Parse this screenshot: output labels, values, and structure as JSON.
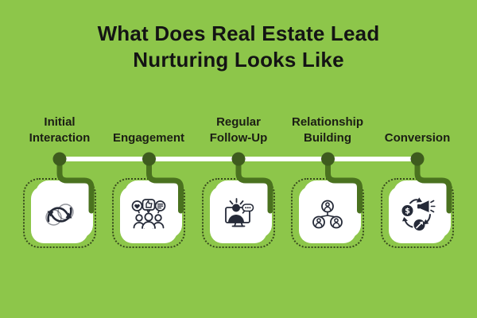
{
  "title": {
    "line1": "What Does Real Estate Lead",
    "line2": "Nurturing Looks Like"
  },
  "steps": [
    {
      "label": "Initial Interaction",
      "label_lines": [
        "Initial",
        "Interaction"
      ],
      "icon": "cycle-arrows-icon"
    },
    {
      "label": "Engagement",
      "label_lines": [
        "Engagement"
      ],
      "icon": "group-feedback-icon"
    },
    {
      "label": "Regular Follow-Up",
      "label_lines": [
        "Regular",
        "Follow-Up"
      ],
      "icon": "monitor-person-chat-icon"
    },
    {
      "label": "Relationship Building",
      "label_lines": [
        "Relationship",
        "Building"
      ],
      "icon": "people-network-icon"
    },
    {
      "label": "Conversion",
      "label_lines": [
        "Conversion"
      ],
      "icon": "conversion-cycle-icon"
    }
  ],
  "colors": {
    "background": "#8dc64a",
    "timeline_line": "#ffffff",
    "timeline_node": "#3e5c1e",
    "connector": "#4a721f",
    "card_background": "#ffffff",
    "card_outline_dots": "#37491d",
    "icon": "#252a38",
    "title_text": "#141414",
    "label_text": "#1b1e14"
  }
}
